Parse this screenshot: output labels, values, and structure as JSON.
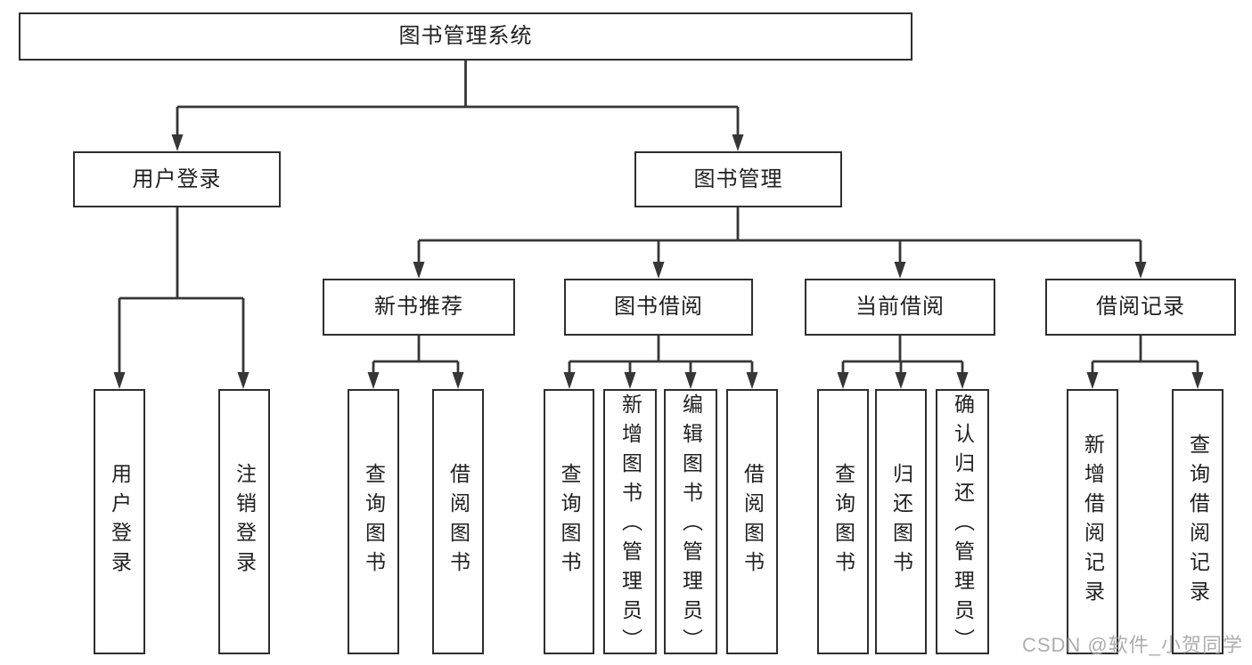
{
  "diagram": {
    "watermark": "CSDN @软件_小贺同学",
    "colors": {
      "line": "#363636",
      "box_border": "#2e2e2e",
      "background": "#ffffff",
      "text": "#1f1f1f",
      "watermark": "#adadad"
    },
    "nodes": {
      "root": "图书管理系统",
      "level2": [
        "用户登录",
        "图书管理"
      ],
      "level3": [
        "新书推荐",
        "图书借阅",
        "当前借阅",
        "借阅记录"
      ],
      "login_leaves": [
        "用户登录",
        "注销登录"
      ],
      "recommend_leaves": [
        "查询图书",
        "借阅图书"
      ],
      "borrow_leaves": [
        "查询图书",
        "新增图书（管理员）",
        "编辑图书（管理员）",
        "借阅图书"
      ],
      "current_leaves": [
        "查询图书",
        "归还图书",
        "确认归还（管理员）"
      ],
      "record_leaves": [
        "新增借阅记录",
        "查询借阅记录"
      ]
    }
  }
}
